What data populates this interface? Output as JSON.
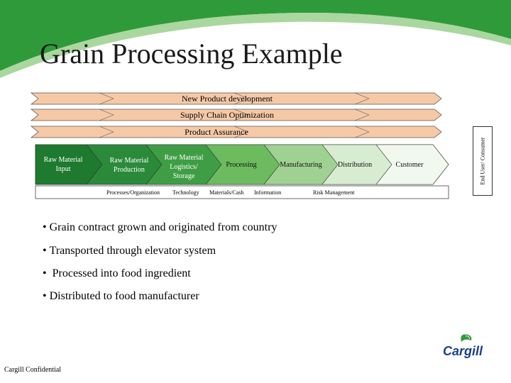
{
  "title": "Grain Processing Example",
  "bands": [
    {
      "label": "New Product development"
    },
    {
      "label": "Supply Chain Optimization"
    },
    {
      "label": "Product Assurance"
    }
  ],
  "stages": [
    {
      "label": "Raw Material Input"
    },
    {
      "label": "Raw Material Production"
    },
    {
      "label": "Raw Material Logistics/ Storage"
    },
    {
      "label": "Processing"
    },
    {
      "label": "Manufacturing"
    },
    {
      "label": "Distribution"
    },
    {
      "label": "Customer"
    }
  ],
  "end_user_label": "End User/ Consumer",
  "categories": [
    "Processes/Organization",
    "Technology",
    "Materials/Cash",
    "Information",
    "Risk Management"
  ],
  "bullets": [
    "Grain contract grown and originated from country",
    "Transported through elevator system",
    "Processed into food ingredient",
    "Distributed to food manufacturer"
  ],
  "footer": "Cargill Confidential",
  "logo_text": "Cargill",
  "colors": {
    "green": "#2f9a3a",
    "band": "#f6c9a6",
    "arrow_dark": "#1d7a2e",
    "arrow_light": "#e6f2e0"
  }
}
